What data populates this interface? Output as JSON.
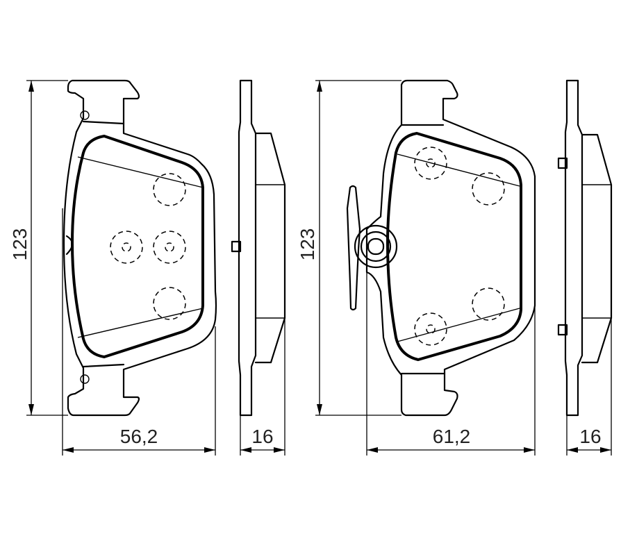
{
  "dimensions": {
    "pad1_height": "123",
    "pad1_width": "56,2",
    "pad1_thickness": "16",
    "pad2_height": "123",
    "pad2_width": "61,2",
    "pad2_thickness": "16"
  }
}
